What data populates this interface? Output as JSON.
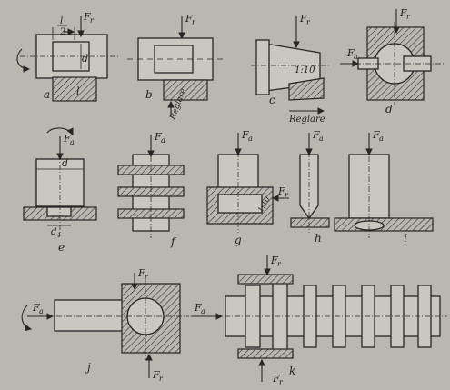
{
  "labels": {
    "a": "a",
    "b": "b",
    "c": "c",
    "d": "d",
    "e": "e",
    "f": "f",
    "g": "g",
    "h": "h",
    "i": "i",
    "j": "j",
    "k": "k"
  },
  "dimensions": {
    "half_l": "l",
    "half_2": "2",
    "d": "d",
    "l": "l",
    "taper": "1:10",
    "d_small": "d",
    "d_small_sub": "1",
    "angle": "1:10"
  },
  "forces": {
    "radial": "F",
    "radial_sub": "r",
    "axial": "F",
    "axial_sub": "a"
  },
  "annotations": {
    "reglare": "Reglare"
  },
  "colors": {
    "paper": "#b9b7b0",
    "ink": "#262626",
    "part": "#c9c7c0"
  }
}
